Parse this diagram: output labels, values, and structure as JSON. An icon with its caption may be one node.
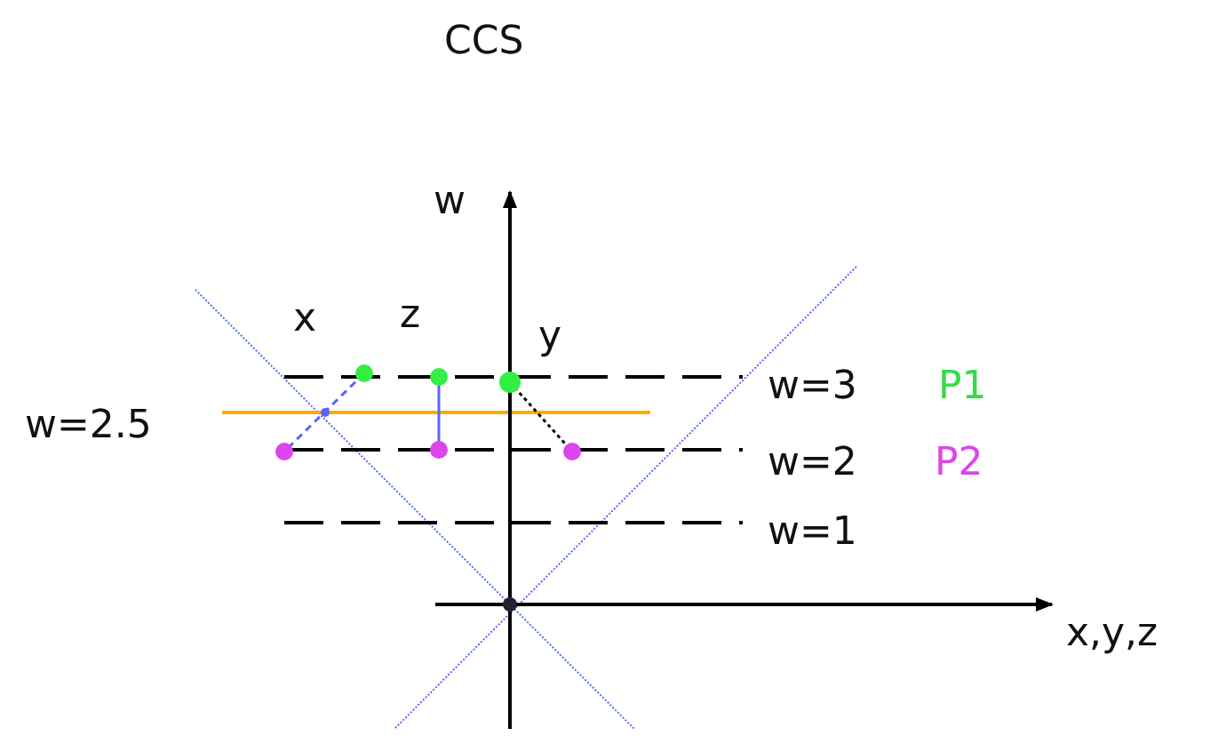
{
  "diagram": {
    "title": "CCS",
    "labels": [
      "w",
      "x",
      "z",
      "y",
      "w=3",
      "P1",
      "w=2.5",
      "w=2",
      "P2",
      "w=1",
      "x,y,z"
    ]
  }
}
